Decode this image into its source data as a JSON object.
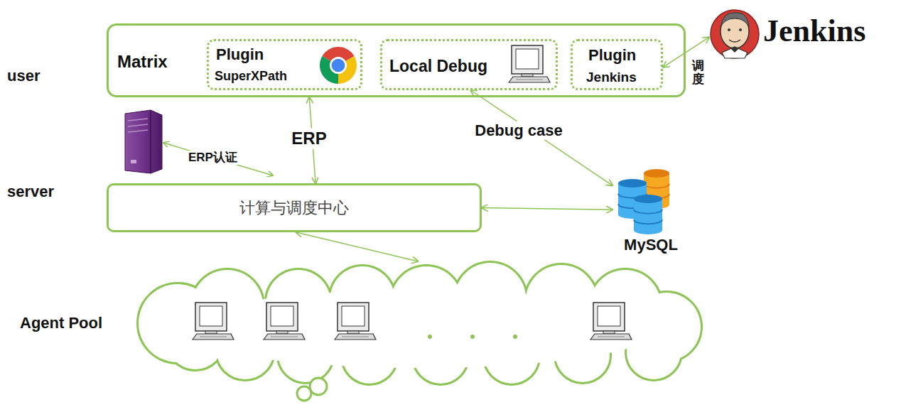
{
  "diagram": {
    "nodes": [
      {
        "text": [
          "Matrix"
        ]
      },
      {
        "text": [
          "Plugin",
          "SuperXPath"
        ],
        "in": 0
      },
      {
        "text": [
          "Local Debug"
        ],
        "in": 0
      },
      {
        "text": [
          "Plugin",
          "Jenkins"
        ],
        "in": 0
      },
      {
        "text": [
          "Jenkins"
        ]
      },
      {
        "text": [
          "计算与调度中心"
        ]
      },
      {
        "text": [
          "MySQL"
        ]
      },
      {
        "text": [
          "Agent Pool"
        ]
      }
    ],
    "edges": [
      {
        "from": 0,
        "to": 5,
        "arrow": "both",
        "label": "ERP"
      },
      {
        "from": 3,
        "to": 4,
        "arrow": "both",
        "label": "调度"
      },
      {
        "from": 5,
        "to": 6,
        "arrow": "both"
      },
      {
        "from": 6,
        "to": 2,
        "arrow": "both",
        "label": "Debug case"
      },
      {
        "from": 5,
        "to": 7,
        "arrow": "both"
      }
    ],
    "labels": [
      "user",
      "server",
      "ERP认证"
    ]
  }
}
